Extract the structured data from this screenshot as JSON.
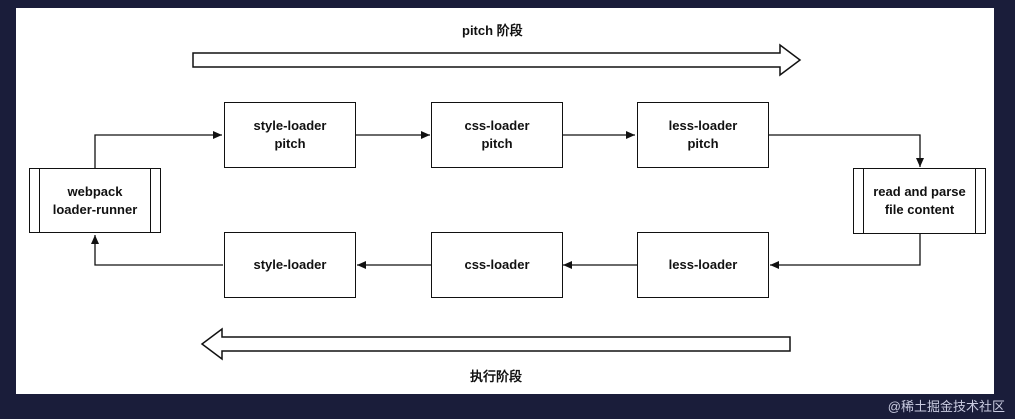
{
  "phases": {
    "top_label": "pitch 阶段",
    "bottom_label": "执行阶段"
  },
  "nodes": {
    "webpack": "webpack\nloader-runner",
    "style_pitch": "style-loader\npitch",
    "css_pitch": "css-loader\npitch",
    "less_pitch": "less-loader\npitch",
    "read_parse": "read and parse\nfile content",
    "style_loader": "style-loader",
    "css_loader": "css-loader",
    "less_loader": "less-loader"
  },
  "footer": "@稀土掘金技术社区"
}
